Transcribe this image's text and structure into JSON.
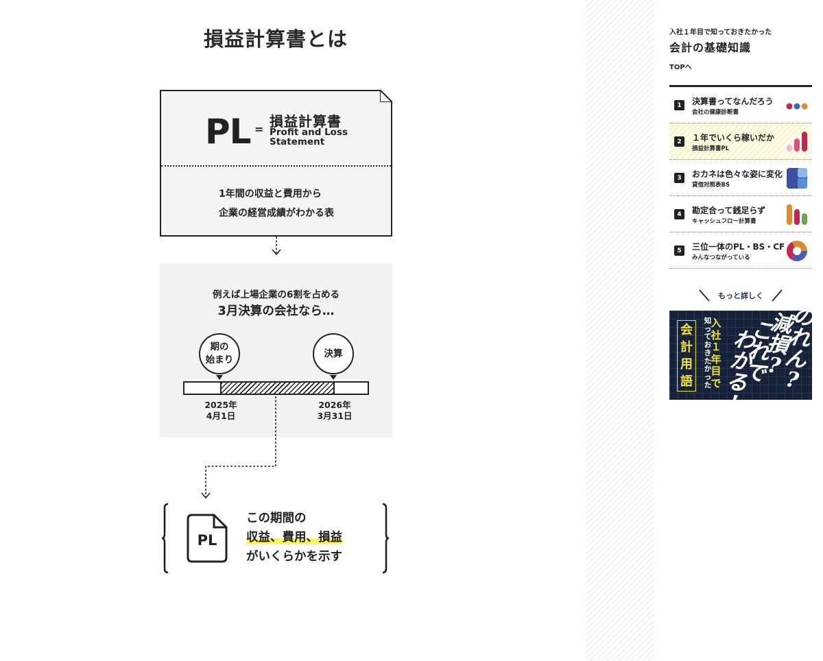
{
  "main": {
    "title": "損益計算書とは",
    "pl_card": {
      "abbr": "PL",
      "equals": "=",
      "name_jp": "損益計算書",
      "name_en": "Profit and Loss Statement",
      "desc_line1": "1年間の収益と費用から",
      "desc_line2": "企業の経営成績がわかる表"
    },
    "period": {
      "line1": "例えば上場企業の6割を占める",
      "line2": "3月決算の会社なら…",
      "start_bubble_line1": "期の",
      "start_bubble_line2": "始まり",
      "end_bubble": "決算",
      "start_date_year": "2025年",
      "start_date_day": "4月1日",
      "end_date_year": "2026年",
      "end_date_day": "3月31日"
    },
    "summary": {
      "doc_icon_label": "PL",
      "line1": "この期間の",
      "line2": "収益、費用、損益",
      "line3": "がいくらかを示す"
    }
  },
  "sidebar": {
    "subtitle": "入社１年目で知っておきたかった",
    "title": "会計の基礎知識",
    "top_link": "TOPへ",
    "items": [
      {
        "num": "1",
        "title": "決算書ってなんだろう",
        "subtitle": "会社の健康診断書",
        "icon": "three-dots-icon",
        "active": false
      },
      {
        "num": "2",
        "title": "１年でいくら稼いだか",
        "subtitle": "損益計算書PL",
        "icon": "rising-bars-icon",
        "active": true
      },
      {
        "num": "3",
        "title": "おカネは色々な姿に変化",
        "subtitle": "貸借対照表BS",
        "icon": "balance-blocks-icon",
        "active": false
      },
      {
        "num": "4",
        "title": "勘定合って銭足らず",
        "subtitle": "キャッシュフロー計算書",
        "icon": "pill-bars-icon",
        "active": false
      },
      {
        "num": "5",
        "title": "三位一体のPL・BS・CF",
        "subtitle": "みんなつながっている",
        "icon": "tri-ring-icon",
        "active": false
      }
    ],
    "more": "もっと詳しく",
    "banner": {
      "col_a": "会計用語",
      "col_b": "知っておきたかった",
      "col_c": "入社１年目で",
      "col_d": "わかる!",
      "col_e": "これで",
      "col_f": "減損?",
      "col_g": "のれん?"
    }
  },
  "colors": {
    "ink": "#222222",
    "panel": "#f4f4f4",
    "highlight": "#fff35a",
    "active_item": "#f7f3c6",
    "banner_bg": "#15223a",
    "banner_accent": "#f2e33a"
  }
}
